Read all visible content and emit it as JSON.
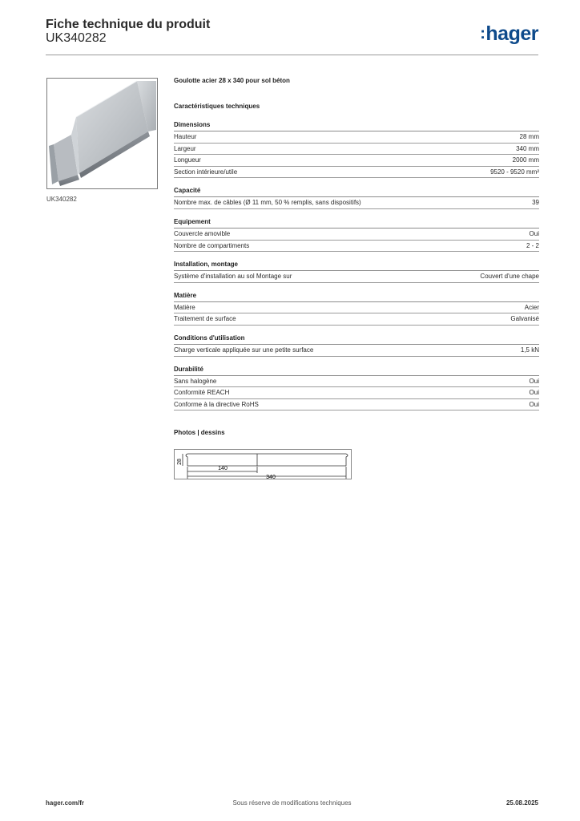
{
  "header": {
    "title": "Fiche technique du produit",
    "reference": "UK340282",
    "logo_text": "hager",
    "logo_color": "#0e4a8b"
  },
  "product_image": {
    "icon": "steel-floor-trunking-image",
    "caption": "UK340282"
  },
  "product_name": "Goulotte acier 28 x 340 pour sol béton",
  "tech_heading": "Caractéristiques techniques",
  "sections": [
    {
      "title": "Dimensions",
      "rows": [
        {
          "label": "Hauteur",
          "value": "28 mm"
        },
        {
          "label": "Largeur",
          "value": "340 mm"
        },
        {
          "label": "Longueur",
          "value": "2000 mm"
        },
        {
          "label": "Section intérieure/utile",
          "value": "9520 - 9520 mm²"
        }
      ]
    },
    {
      "title": "Capacité",
      "rows": [
        {
          "label": "Nombre max. de câbles (Ø 11 mm, 50 % remplis, sans dispositifs)",
          "value": "39"
        }
      ]
    },
    {
      "title": "Equipement",
      "rows": [
        {
          "label": "Couvercle amovible",
          "value": "Oui"
        },
        {
          "label": "Nombre de compartiments",
          "value": "2 - 2"
        }
      ]
    },
    {
      "title": "Installation, montage",
      "rows": [
        {
          "label": "Système d'installation au sol Montage sur",
          "value": "Couvert d'une chape"
        }
      ]
    },
    {
      "title": "Matière",
      "rows": [
        {
          "label": "Matière",
          "value": "Acier"
        },
        {
          "label": "Traitement de surface",
          "value": "Galvanisé"
        }
      ]
    },
    {
      "title": "Conditions d'utilisation",
      "rows": [
        {
          "label": "Charge verticale appliquée sur une petite surface",
          "value": "1,5 kN"
        }
      ]
    },
    {
      "title": "Durabilité",
      "rows": [
        {
          "label": "Sans halogène",
          "value": "Oui"
        },
        {
          "label": "Conformité REACH",
          "value": "Oui"
        },
        {
          "label": "Conforme à la directive RoHS",
          "value": "Oui"
        }
      ]
    }
  ],
  "photos_heading": "Photos | dessins",
  "drawing": {
    "height_label": "28",
    "compartment_label": "140",
    "width_label": "340"
  },
  "footer": {
    "website": "hager.com/fr",
    "disclaimer": "Sous réserve de modifications techniques",
    "date": "25.08.2025"
  }
}
